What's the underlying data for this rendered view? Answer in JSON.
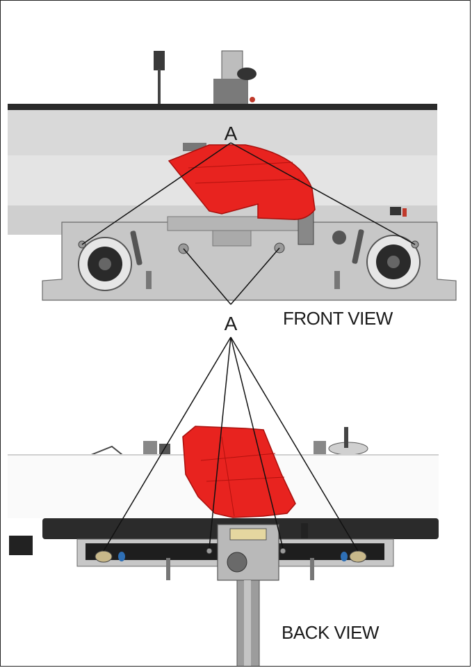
{
  "callouts": {
    "front_letter": "A",
    "back_letter": "A"
  },
  "views": {
    "front_label": "FRONT VIEW",
    "back_label": "BACK VIEW"
  },
  "colors": {
    "guard_red": "#e8231f",
    "guard_red_dark": "#b3110e",
    "machine_gray": "#cfcfcf",
    "machine_dark": "#2b2b2b",
    "leader_line": "#111111"
  }
}
